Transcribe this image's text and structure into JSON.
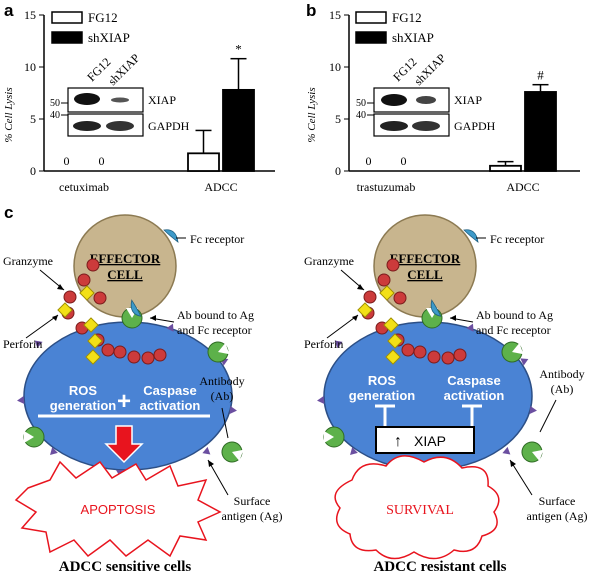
{
  "panels": {
    "a": {
      "letter": "a"
    },
    "b": {
      "letter": "b"
    },
    "c": {
      "letter": "c"
    }
  },
  "chart_data": [
    {
      "type": "bar",
      "ylabel": "% Cell Lysis",
      "ylim": [
        0,
        15
      ],
      "yticks": [
        "0",
        "5",
        "10",
        "15"
      ],
      "categories": [
        "cetuximab",
        "ADCC"
      ],
      "series": [
        {
          "name": "FG12",
          "values": [
            0,
            1.7
          ],
          "errors": [
            0,
            2.2
          ],
          "fill": "#ffffff"
        },
        {
          "name": "shXIAP",
          "values": [
            0,
            7.8
          ],
          "errors": [
            0,
            3.0
          ],
          "fill": "#000000"
        }
      ],
      "zero_labels": [
        "0",
        "0"
      ],
      "significance": "*",
      "legend_position": "top-left",
      "blot": {
        "lanes": [
          "FG12",
          "shXIAP"
        ],
        "rows": [
          "XIAP",
          "GAPDH"
        ],
        "markers": [
          "50",
          "40"
        ]
      }
    },
    {
      "type": "bar",
      "ylabel": "% Cell Lysis",
      "ylim": [
        0,
        15
      ],
      "yticks": [
        "0",
        "5",
        "10",
        "15"
      ],
      "categories": [
        "trastuzumab",
        "ADCC"
      ],
      "series": [
        {
          "name": "FG12",
          "values": [
            0,
            0.5
          ],
          "errors": [
            0,
            0.4
          ],
          "fill": "#ffffff"
        },
        {
          "name": "shXIAP",
          "values": [
            0,
            7.6
          ],
          "errors": [
            0,
            0.7
          ],
          "fill": "#000000"
        }
      ],
      "zero_labels": [
        "0",
        "0"
      ],
      "significance": "#",
      "legend_position": "top-left",
      "blot": {
        "lanes": [
          "FG12",
          "shXIAP"
        ],
        "rows": [
          "XIAP",
          "GAPDH"
        ],
        "markers": [
          "50",
          "40"
        ]
      }
    }
  ],
  "diagram": {
    "effector_cell": [
      "EFFECTOR",
      "CELL"
    ],
    "fc_receptor": "Fc receptor",
    "granzyme": "Granzyme",
    "perforin": "Perforin",
    "ab_bound": [
      "Ab bound to Ag",
      "and Fc receptor"
    ],
    "antibody": [
      "Antibody",
      "(Ab)"
    ],
    "surface_antigen": [
      "Surface",
      "antigen (Ag)"
    ],
    "ros": [
      "ROS",
      "generation"
    ],
    "caspase": [
      "Caspase",
      "activation"
    ],
    "plus": "+",
    "xiap_box": "XIAP",
    "xiap_arrow": "↑",
    "apoptosis": "APOPTOSIS",
    "survival": "SURVIVAL",
    "caption_left": "ADCC sensitive cells",
    "caption_right": "ADCC resistant cells"
  },
  "colors": {
    "effector": "#c8b58e",
    "target": "#4a83d4",
    "granzyme": "#cc3b3b",
    "perforin": "#f2e017",
    "antibody": "#5db14a",
    "apoptosis_red": "#e8141e"
  }
}
